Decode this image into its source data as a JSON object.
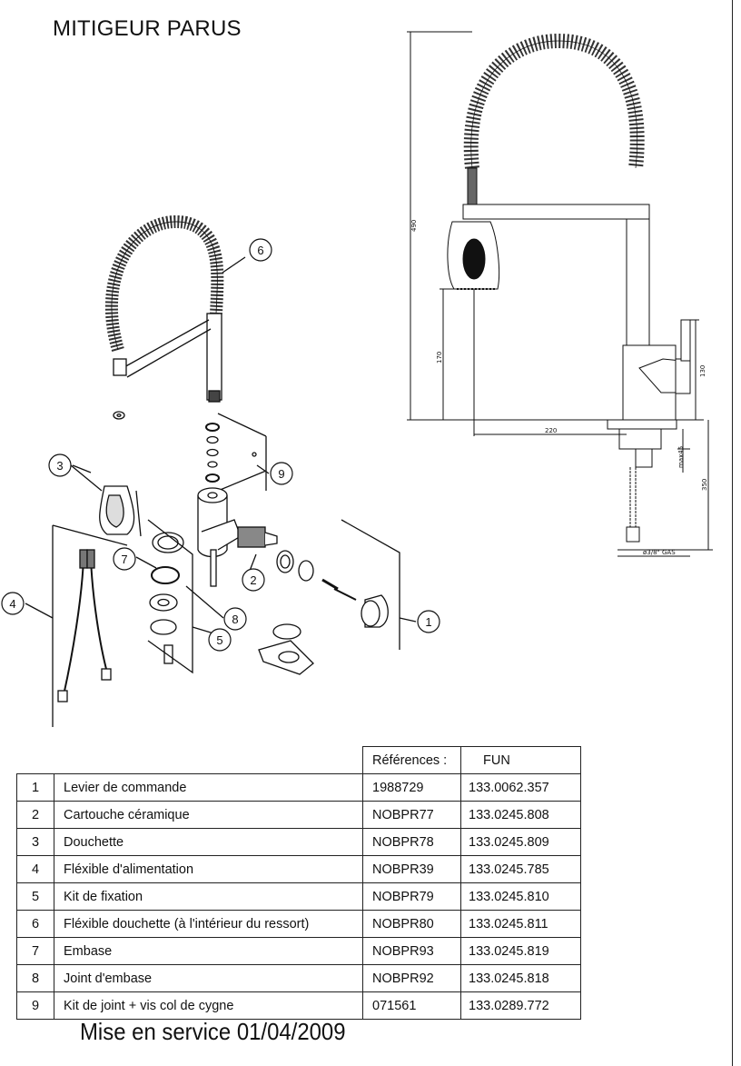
{
  "title": "MITIGEUR PARUS",
  "table": {
    "header_ref": "Références :",
    "header_fun": "FUN",
    "rows": [
      {
        "num": "1",
        "desc": "Levier de commande",
        "ref": "1988729",
        "fun": "133.0062.357"
      },
      {
        "num": "2",
        "desc": "Cartouche céramique",
        "ref": "NOBPR77",
        "fun": "133.0245.808"
      },
      {
        "num": "3",
        "desc": "Douchette",
        "ref": "NOBPR78",
        "fun": "133.0245.809"
      },
      {
        "num": "4",
        "desc": "Fléxible d'alimentation",
        "ref": "NOBPR39",
        "fun": "133.0245.785"
      },
      {
        "num": "5",
        "desc": "Kit de fixation",
        "ref": "NOBPR79",
        "fun": "133.0245.810"
      },
      {
        "num": "6",
        "desc": "Fléxible douchette (à l'intérieur du ressort)",
        "ref": "NOBPR80",
        "fun": "133.0245.811"
      },
      {
        "num": "7",
        "desc": "Embase",
        "ref": "NOBPR93",
        "fun": "133.0245.819"
      },
      {
        "num": "8",
        "desc": "Joint d'embase",
        "ref": "NOBPR92",
        "fun": "133.0245.818"
      },
      {
        "num": "9",
        "desc": "Kit de joint + vis col de cygne",
        "ref": "071561",
        "fun": "133.0289.772"
      }
    ]
  },
  "callouts": [
    "1",
    "2",
    "3",
    "4",
    "5",
    "6",
    "7",
    "8",
    "9"
  ],
  "dimensions": {
    "height_total": "490",
    "spout_height": "170",
    "lever_height": "130",
    "reach": "220",
    "max_thickness": "max45",
    "under_length": "350",
    "thread": "ø3/8\" GAS"
  },
  "footer": "Mise en service 01/04/2009"
}
